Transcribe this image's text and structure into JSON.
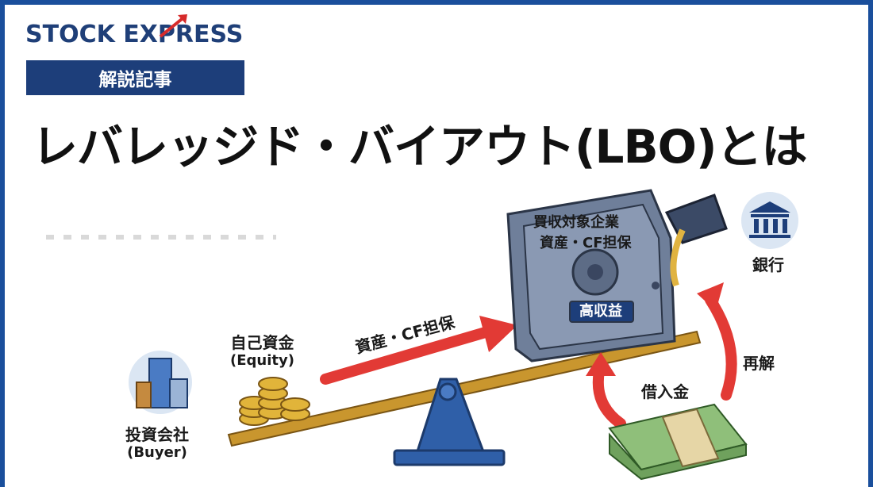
{
  "header": {
    "logo": "STOCK EXPRESS",
    "category": "解説記事",
    "title": "レバレッジド・バイアウト(LBO)とは"
  },
  "illustration": {
    "safe_line1": "買収対象企業",
    "safe_line2": "資産・CF担保",
    "safe_plate": "高収益",
    "bank_label": "銀行",
    "equity_label": "自己資金",
    "equity_sub": "(Equity)",
    "arrow_label": "資産・CF担保",
    "buyer_label": "投資会社",
    "buyer_sub": "(Buyer)",
    "loan_label": "借入金",
    "repay_label": "再解"
  },
  "colors": {
    "brand": "#1d3e7a",
    "arrow": "#e23a35",
    "beam": "#c9962e",
    "fulcrum": "#2f5fa8",
    "safe": "#6f7f9a"
  }
}
